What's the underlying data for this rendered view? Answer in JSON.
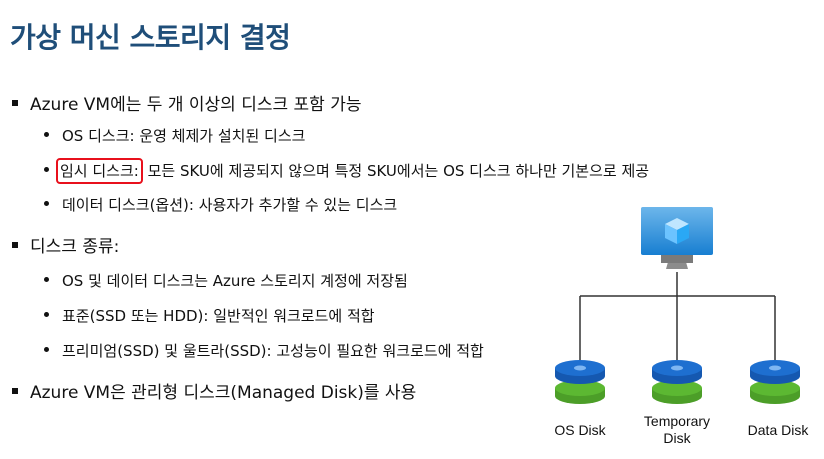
{
  "title": "가상 머신 스토리지 결정",
  "bullets": [
    {
      "text": "Azure VM에는 두 개 이상의 디스크 포함 가능",
      "sub": [
        {
          "text": "OS 디스크: 운영 체제가 설치된 디스크"
        },
        {
          "highlight": "임시 디스크:",
          "text": " 모든 SKU에 제공되지 않으며 특정 SKU에서는 OS 디스크 하나만 기본으로 제공"
        },
        {
          "text": "데이터 디스크(옵션): 사용자가 추가할 수 있는 디스크"
        }
      ]
    },
    {
      "text": "디스크 종류:",
      "sub": [
        {
          "text": "OS 및 데이터 디스크는 Azure 스토리지 계정에 저장됨"
        },
        {
          "text": "표준(SSD 또는 HDD): 일반적인 워크로드에 적합"
        },
        {
          "text": "프리미엄(SSD) 및 울트라(SSD): 고성능이 필요한 워크로드에 적합"
        }
      ]
    },
    {
      "text": "Azure VM은 관리형 디스크(Managed Disk)를 사용",
      "sub": []
    }
  ],
  "diagram": {
    "vm_icon": "azure-vm-monitor-icon",
    "disks": [
      {
        "label": "OS Disk"
      },
      {
        "label_line1": "Temporary",
        "label_line2": "Disk"
      },
      {
        "label": "Data Disk"
      }
    ]
  },
  "colors": {
    "title": "#1f4e79",
    "highlight_border": "#e8101c",
    "disk_blue": "#1e6fd0",
    "disk_green": "#5cb832",
    "monitor_blue": "#1e8fe0",
    "stand_gray": "#8c8c8c"
  }
}
